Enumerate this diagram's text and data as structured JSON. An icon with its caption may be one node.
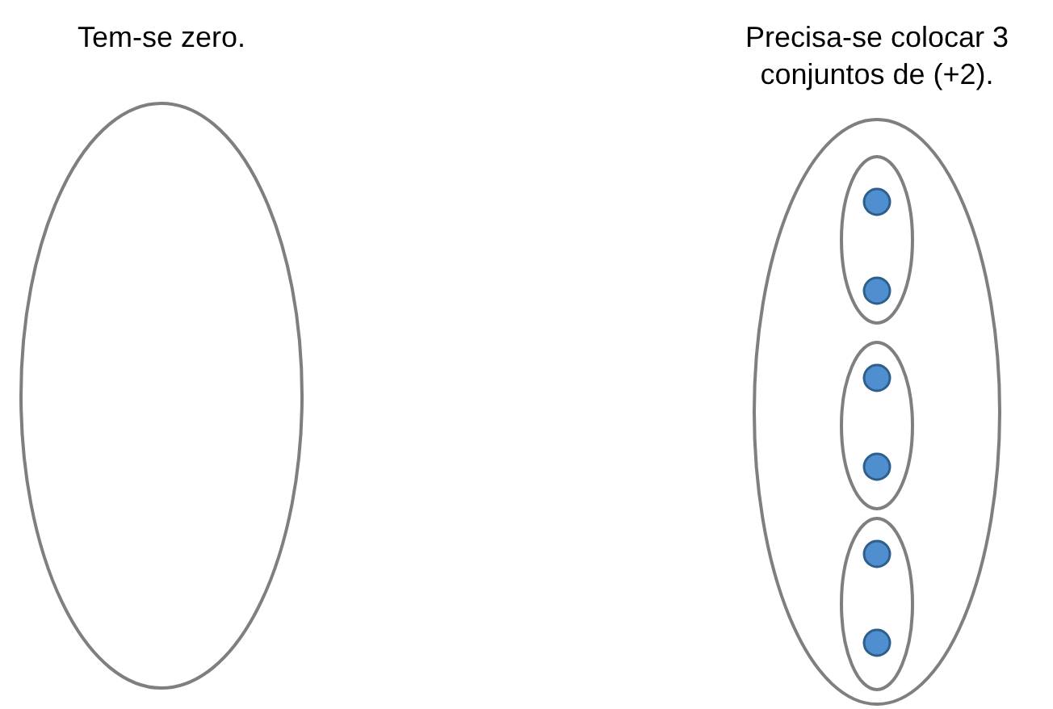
{
  "diagram": {
    "nodes": [
      {
        "text": [
          "Tem-se zero."
        ]
      },
      {
        "text": [
          "Precisa-se colocar 3 conjuntos de (+2)."
        ]
      },
      {
        "text": [],
        "shape": "ellipse",
        "in": 1
      },
      {
        "text": [],
        "shape": "circle",
        "in": 2
      },
      {
        "text": [],
        "shape": "circle",
        "in": 2
      },
      {
        "text": [],
        "shape": "ellipse",
        "in": 1
      },
      {
        "text": [],
        "shape": "circle",
        "in": 5
      },
      {
        "text": [],
        "shape": "circle",
        "in": 5
      },
      {
        "text": [],
        "shape": "ellipse",
        "in": 1
      },
      {
        "text": [],
        "shape": "circle",
        "in": 8
      },
      {
        "text": [],
        "shape": "circle",
        "in": 8
      }
    ]
  }
}
